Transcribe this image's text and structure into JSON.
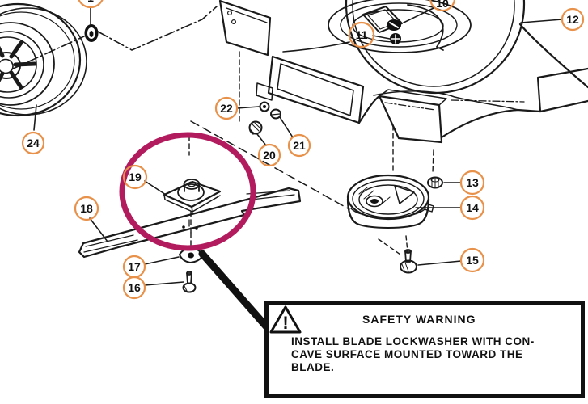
{
  "page": {
    "type": "exploded-parts-diagram",
    "subject": "Lawn mower deck, blade and wheel assembly"
  },
  "colors": {
    "line": "#1a1a1a",
    "callout_ring": "#E8914A",
    "highlight_ring": "#B21C5E",
    "background": "#ffffff"
  },
  "callouts": {
    "c1": {
      "label": "1"
    },
    "c10": {
      "label": "10"
    },
    "c11": {
      "label": "11"
    },
    "c12": {
      "label": "12"
    },
    "c13": {
      "label": "13"
    },
    "c14": {
      "label": "14"
    },
    "c15": {
      "label": "15"
    },
    "c16": {
      "label": "16"
    },
    "c17": {
      "label": "17"
    },
    "c18": {
      "label": "18"
    },
    "c19": {
      "label": "19"
    },
    "c20": {
      "label": "20"
    },
    "c21": {
      "label": "21"
    },
    "c22": {
      "label": "22"
    },
    "c24": {
      "label": "24"
    }
  },
  "highlight": {
    "part": "19"
  },
  "warning": {
    "icon_mark": "!",
    "title": "SAFETY WARNING",
    "lines": [
      "INSTALL BLADE LOCKWASHER WITH CON-",
      "CAVE SURFACE MOUNTED TOWARD THE",
      "BLADE."
    ]
  }
}
